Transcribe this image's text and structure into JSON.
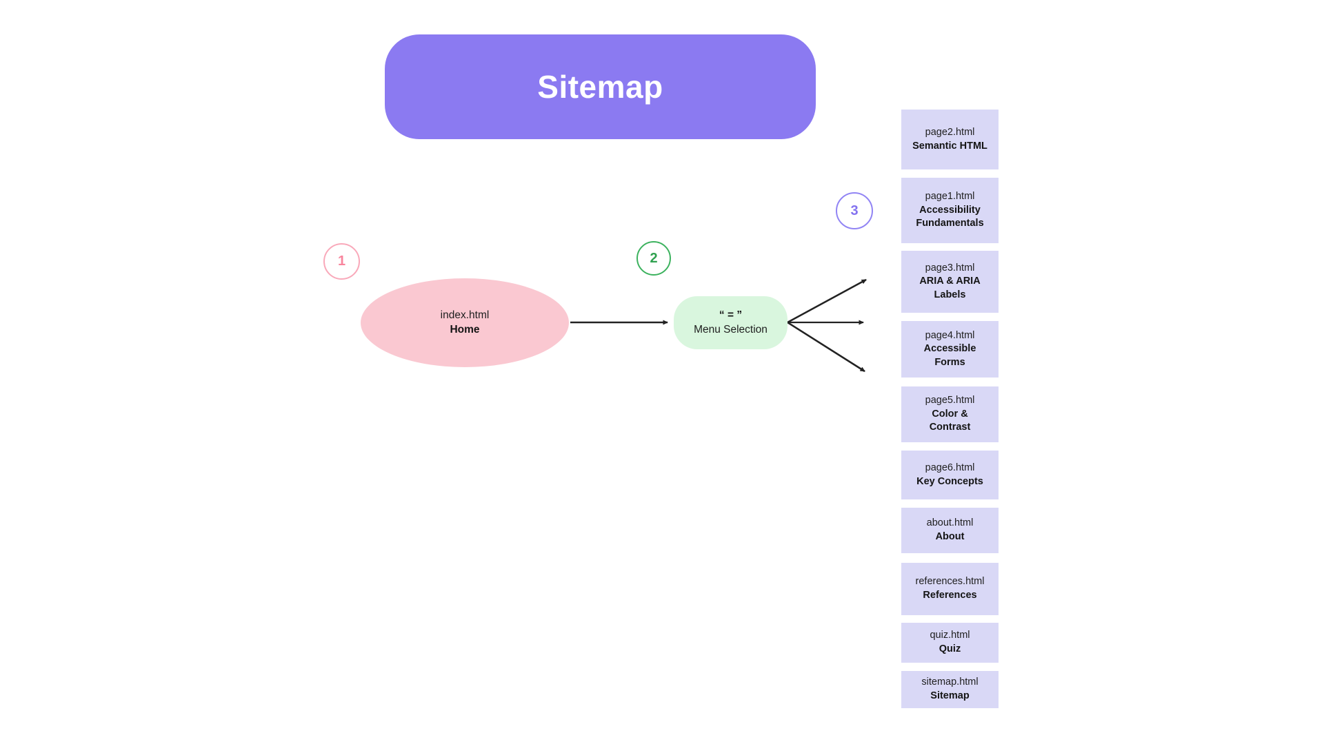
{
  "header": {
    "title": "Sitemap"
  },
  "steps": [
    {
      "number": "1"
    },
    {
      "number": "2"
    },
    {
      "number": "3"
    }
  ],
  "home_node": {
    "file": "index.html",
    "title": "Home"
  },
  "menu_node": {
    "symbol": "“ = ”",
    "title": "Menu Selection"
  },
  "pages": [
    {
      "file": "page2.html",
      "title": "Semantic HTML"
    },
    {
      "file": "page1.html",
      "title": "Accessibility\nFundamentals"
    },
    {
      "file": "page3.html",
      "title": "ARIA & ARIA\nLabels"
    },
    {
      "file": "page4.html",
      "title": "Accessible\nForms"
    },
    {
      "file": "page5.html",
      "title": "Color &\nContrast"
    },
    {
      "file": "page6.html",
      "title": "Key Concepts"
    },
    {
      "file": "about.html",
      "title": "About"
    },
    {
      "file": "references.html",
      "title": "References"
    },
    {
      "file": "quiz.html",
      "title": "Quiz"
    },
    {
      "file": "sitemap.html",
      "title": "Sitemap"
    }
  ],
  "colors": {
    "header_bg": "#8B7AF1",
    "header_text": "#FFFFFF",
    "home_node_bg": "#FAC8D1",
    "menu_node_bg": "#D9F6DE",
    "page_box_bg": "#D9D8F6",
    "step1_accent": "#F8849C",
    "step2_accent": "#2FA14F",
    "step3_accent": "#8372EF",
    "arrow": "#222222",
    "node_text": "#141414"
  }
}
